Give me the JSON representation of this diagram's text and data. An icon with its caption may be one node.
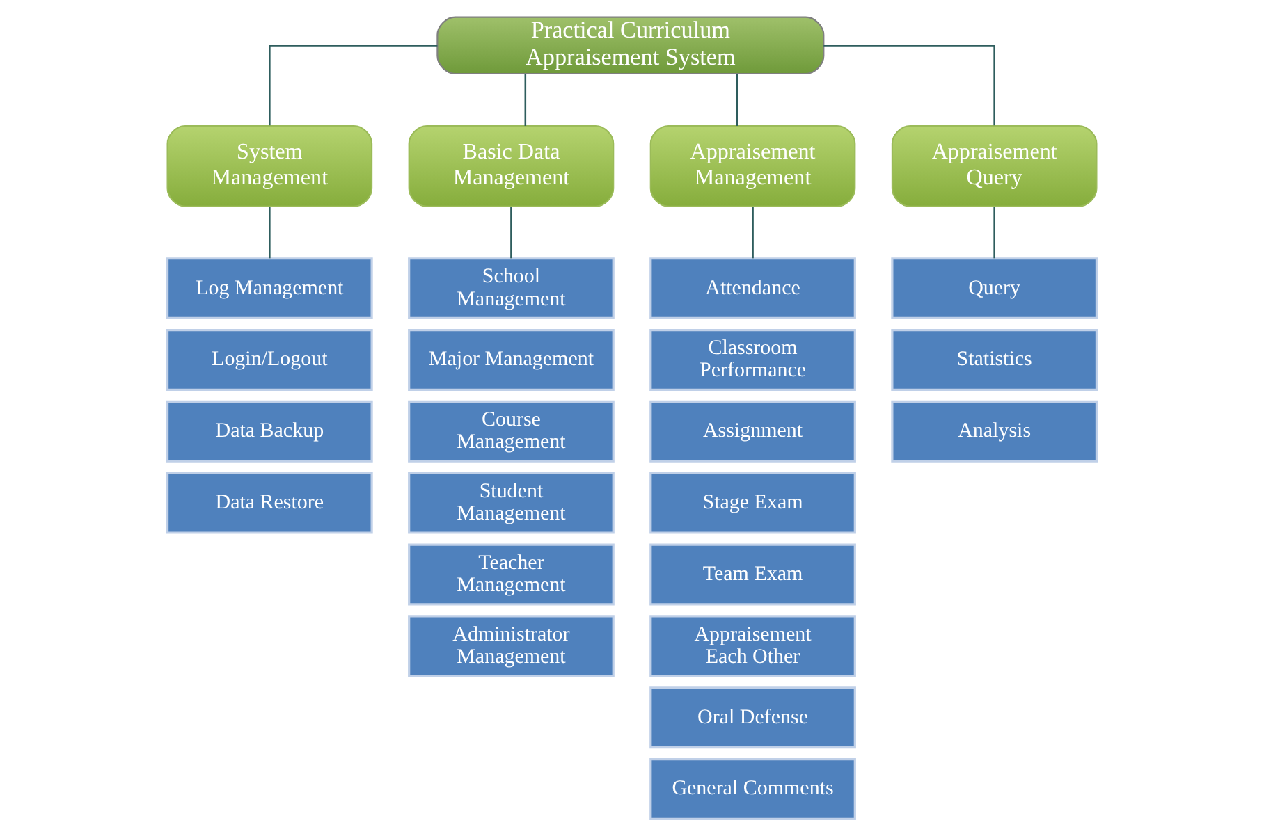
{
  "diagram": {
    "nodes": [
      {
        "text": [
          "Practical Curriculum Appraisement System"
        ]
      },
      {
        "text": [
          "System Management"
        ]
      },
      {
        "text": [
          "Log Management"
        ]
      },
      {
        "text": [
          "Login/Logout"
        ]
      },
      {
        "text": [
          "Data Backup"
        ]
      },
      {
        "text": [
          "Data Restore"
        ]
      },
      {
        "text": [
          "Basic Data Management"
        ]
      },
      {
        "text": [
          "School Management"
        ]
      },
      {
        "text": [
          "Major Management"
        ]
      },
      {
        "text": [
          "Course Management"
        ]
      },
      {
        "text": [
          "Student Management"
        ]
      },
      {
        "text": [
          "Teacher Management"
        ]
      },
      {
        "text": [
          "Administrator Management"
        ]
      },
      {
        "text": [
          "Appraisement Management"
        ]
      },
      {
        "text": [
          "Attendance"
        ]
      },
      {
        "text": [
          "Classroom Performance"
        ]
      },
      {
        "text": [
          "Assignment"
        ]
      },
      {
        "text": [
          "Stage Exam"
        ]
      },
      {
        "text": [
          "Team Exam"
        ]
      },
      {
        "text": [
          "Appraisement Each Other"
        ]
      },
      {
        "text": [
          "Oral Defense"
        ]
      },
      {
        "text": [
          "General Comments"
        ]
      },
      {
        "text": [
          "Appraisement Query"
        ]
      },
      {
        "text": [
          "Query"
        ]
      },
      {
        "text": [
          "Statistics"
        ]
      },
      {
        "text": [
          "Analysis"
        ]
      }
    ],
    "edges": [
      {
        "from": 0,
        "to": 1,
        "arrow": "none"
      },
      {
        "from": 0,
        "to": 6,
        "arrow": "none"
      },
      {
        "from": 0,
        "to": 13,
        "arrow": "none"
      },
      {
        "from": 0,
        "to": 22,
        "arrow": "none"
      },
      {
        "from": 1,
        "to": 2,
        "arrow": "none"
      },
      {
        "from": 6,
        "to": 7,
        "arrow": "none"
      },
      {
        "from": 13,
        "to": 14,
        "arrow": "none"
      },
      {
        "from": 22,
        "to": 23,
        "arrow": "none"
      }
    ]
  }
}
